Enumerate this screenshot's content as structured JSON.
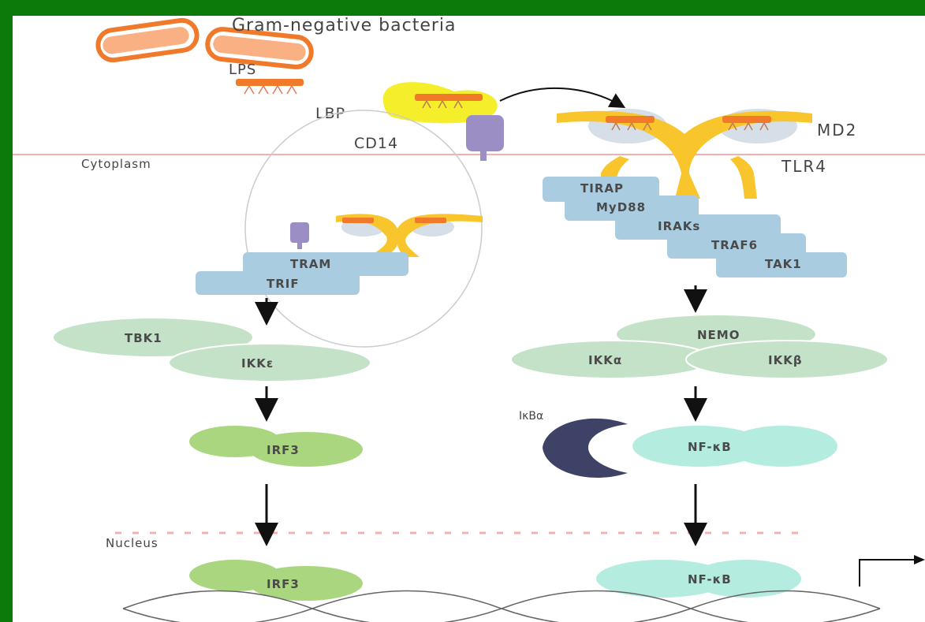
{
  "diagram": {
    "labels": {
      "title": "Gram-negative bacteria",
      "lps": "LPS",
      "lbp": "LBP",
      "cd14": "CD14",
      "md2": "MD2",
      "tlr4": "TLR4",
      "cytoplasm": "Cytoplasm",
      "nucleus": "Nucleus"
    },
    "myd88_pathway": {
      "adaptors": [
        "TIRAP",
        "MyD88",
        "IRAKs",
        "TRAF6",
        "TAK1"
      ],
      "nemo": "NEMO",
      "ikk_alpha": "IKKα",
      "ikk_beta": "IKKβ",
      "ikb_alpha": "IκBα",
      "nfkb_cytoplasm": "NF-κB",
      "nfkb_nucleus": "NF-κB"
    },
    "trif_pathway": {
      "tram": "TRAM",
      "trif": "TRIF",
      "tbk1": "TBK1",
      "ikk_epsilon": "IKKε",
      "irf3_cytoplasm": "IRF3",
      "irf3_nucleus": "IRF3"
    },
    "colors": {
      "frame": "#0b7a0b",
      "bacteria": "#f07a2a",
      "receptor_yellow": "#f8c62c",
      "lbp_yellow": "#f5ee2a",
      "adaptor_blue": "#a9cce0",
      "kinase_green": "#c4e2c8",
      "irf3_green": "#a9d67e",
      "nfkb_cyan": "#b4ece0",
      "ikb_navy": "#3d4266",
      "cd14_purple": "#9a8ec4",
      "membrane_pink": "#f3b0b0"
    }
  }
}
